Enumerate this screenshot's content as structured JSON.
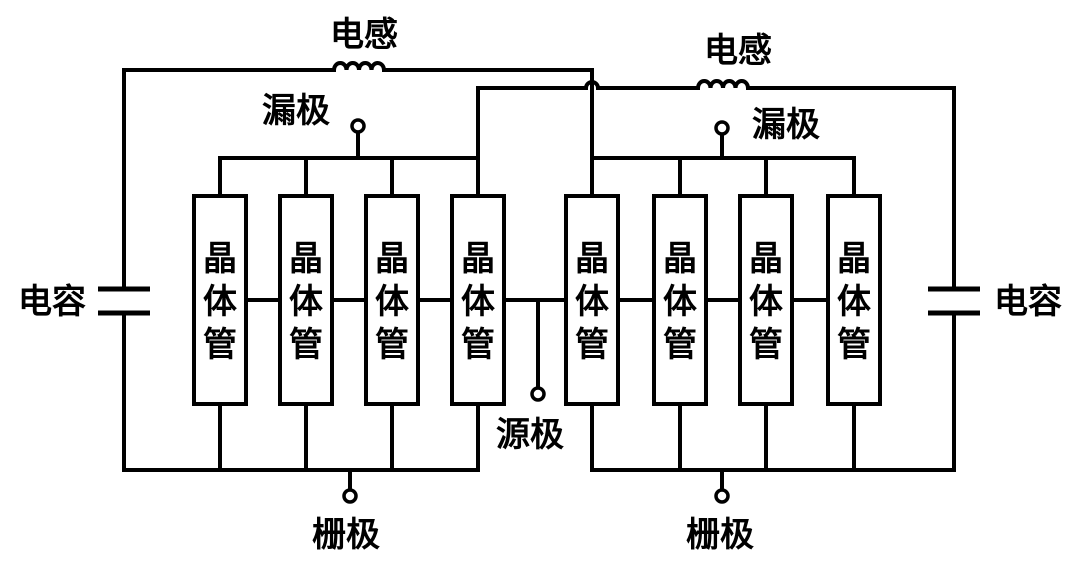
{
  "labels": {
    "inductor_left": "电感",
    "inductor_right": "电感",
    "drain_left": "漏极",
    "drain_right": "漏极",
    "capacitor_left": "电容",
    "capacitor_right": "电容",
    "source": "源极",
    "gate_left": "栅极",
    "gate_right": "栅极",
    "transistor": [
      "晶",
      "体",
      "管"
    ]
  }
}
